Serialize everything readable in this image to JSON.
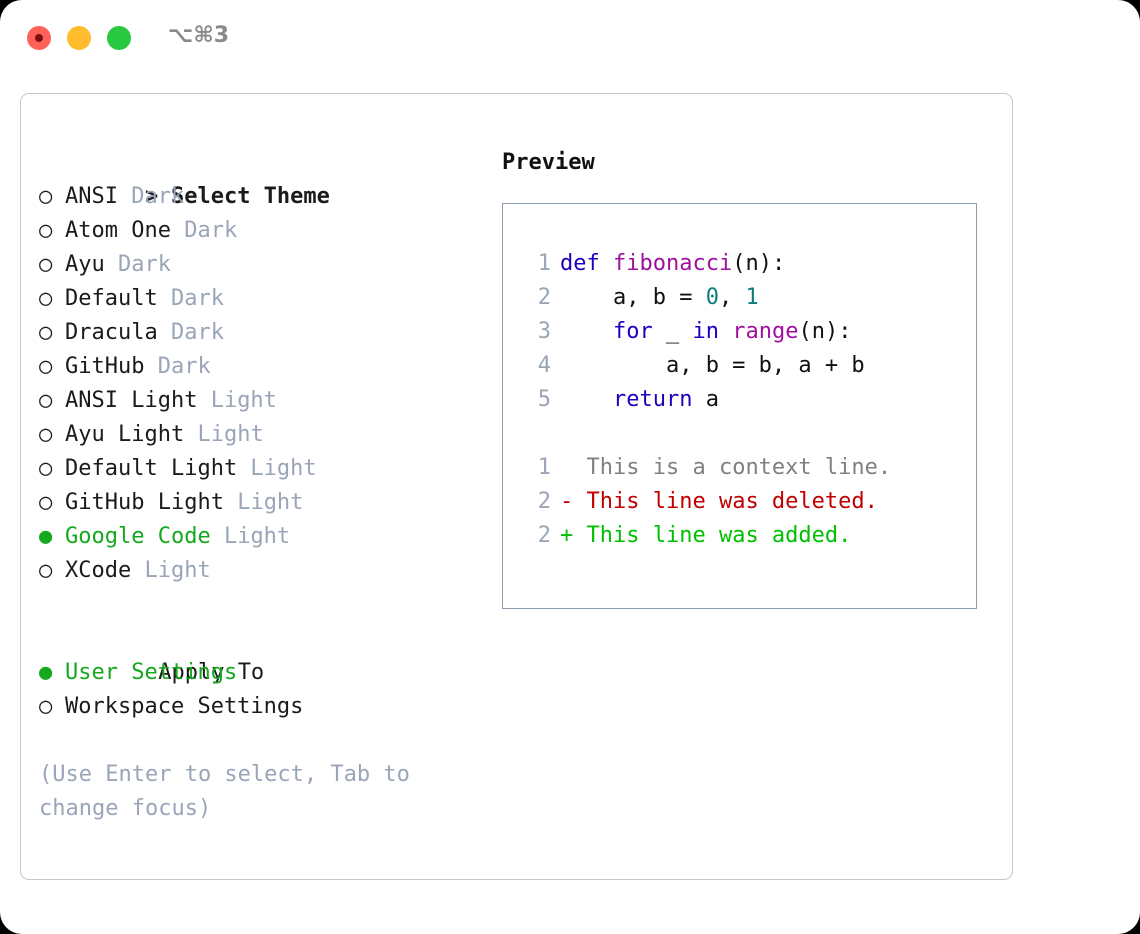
{
  "titlebar": {
    "lights": [
      "close-red",
      "minimize-yellow",
      "zoom-green"
    ],
    "shortcut": "⌥⌘3"
  },
  "left": {
    "heading": {
      "prefix": ">",
      "label": "Select Theme"
    },
    "themes": [
      {
        "bullet": "○",
        "label": "ANSI",
        "tag": "Dark",
        "selected": false
      },
      {
        "bullet": "○",
        "label": "Atom One",
        "tag": "Dark",
        "selected": false
      },
      {
        "bullet": "○",
        "label": "Ayu",
        "tag": "Dark",
        "selected": false
      },
      {
        "bullet": "○",
        "label": "Default",
        "tag": "Dark",
        "selected": false
      },
      {
        "bullet": "○",
        "label": "Dracula",
        "tag": "Dark",
        "selected": false
      },
      {
        "bullet": "○",
        "label": "GitHub",
        "tag": "Dark",
        "selected": false
      },
      {
        "bullet": "○",
        "label": "ANSI Light",
        "tag": "Light",
        "selected": false
      },
      {
        "bullet": "○",
        "label": "Ayu Light",
        "tag": "Light",
        "selected": false
      },
      {
        "bullet": "○",
        "label": "Default Light",
        "tag": "Light",
        "selected": false
      },
      {
        "bullet": "○",
        "label": "GitHub Light",
        "tag": "Light",
        "selected": false
      },
      {
        "bullet": "●",
        "label": "Google Code",
        "tag": "Light",
        "selected": true
      },
      {
        "bullet": "○",
        "label": "XCode",
        "tag": "Light",
        "selected": false
      }
    ],
    "apply_to": {
      "label": "Apply To",
      "options": [
        {
          "bullet": "●",
          "label": "User Settings",
          "selected": true
        },
        {
          "bullet": "○",
          "label": "Workspace Settings",
          "selected": false
        }
      ]
    },
    "hint": "(Use Enter to select, Tab to change focus)"
  },
  "right": {
    "preview_title": "Preview",
    "code_lines": [
      {
        "number": "1",
        "tokens": [
          {
            "text": "def ",
            "kind": "kw"
          },
          {
            "text": "fibonacci",
            "kind": "fn"
          },
          {
            "text": "(n):",
            "kind": "pl"
          }
        ]
      },
      {
        "number": "2",
        "tokens": [
          {
            "text": "    a, b = ",
            "kind": "pl"
          },
          {
            "text": "0",
            "kind": "num"
          },
          {
            "text": ", ",
            "kind": "pl"
          },
          {
            "text": "1",
            "kind": "num"
          }
        ]
      },
      {
        "number": "3",
        "tokens": [
          {
            "text": "    ",
            "kind": "pl"
          },
          {
            "text": "for",
            "kind": "kw"
          },
          {
            "text": " _ ",
            "kind": "pl"
          },
          {
            "text": "in",
            "kind": "kw"
          },
          {
            "text": " ",
            "kind": "pl"
          },
          {
            "text": "range",
            "kind": "fn"
          },
          {
            "text": "(n):",
            "kind": "pl"
          }
        ]
      },
      {
        "number": "4",
        "tokens": [
          {
            "text": "        a, b = b, a + b",
            "kind": "pl"
          }
        ]
      },
      {
        "number": "5",
        "tokens": [
          {
            "text": "    ",
            "kind": "pl"
          },
          {
            "text": "return",
            "kind": "kw"
          },
          {
            "text": " a",
            "kind": "pl"
          }
        ]
      }
    ],
    "diff_lines": [
      {
        "number": "1",
        "marker": "  ",
        "text": "This is a context line.",
        "kind": "ctx"
      },
      {
        "number": "2",
        "marker": "- ",
        "text": "This line was deleted.",
        "kind": "del"
      },
      {
        "number": "2",
        "marker": "+ ",
        "text": "This line was added.",
        "kind": "add"
      }
    ]
  },
  "colors": {
    "accent_green": "#16a81e",
    "tag_gray": "#9aa5b8",
    "keyword_blue": "#2000c0",
    "function_magenta": "#a0109f",
    "number_teal": "#0f7d7d",
    "diff_delete_red": "#c00000",
    "diff_add_green": "#00c000",
    "panel_border": "#8e9cb0",
    "frame_border": "#c2c8d2"
  }
}
